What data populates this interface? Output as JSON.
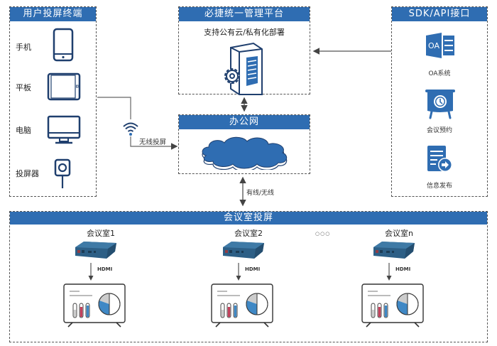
{
  "user_terminals": {
    "title": "用户投屏终端",
    "devices": [
      {
        "label": "手机",
        "icon": "phone-icon"
      },
      {
        "label": "平板",
        "icon": "tablet-icon"
      },
      {
        "label": "电脑",
        "icon": "monitor-icon"
      },
      {
        "label": "投屏器",
        "icon": "dongle-icon"
      }
    ]
  },
  "platform": {
    "title": "必捷统一管理平台",
    "subtitle": "支持公有云/私有化部署",
    "icon": "server-gear-icon"
  },
  "sdk": {
    "title": "SDK/API接口",
    "items": [
      {
        "label": "OA系统",
        "icon": "oa-icon"
      },
      {
        "label": "会议预约",
        "icon": "meeting-clock-icon"
      },
      {
        "label": "信息发布",
        "icon": "document-share-icon"
      }
    ]
  },
  "office_network": {
    "title": "办公网",
    "icon": "cloud-icon"
  },
  "connectors": {
    "wireless_label": "无线投屏",
    "wired_wireless_label": "有线/无线"
  },
  "meeting_rooms": {
    "title": "会议室投屏",
    "ellipsis": "○○○",
    "rooms": [
      {
        "label": "会议室1",
        "link_label": "HDMI"
      },
      {
        "label": "会议室2",
        "link_label": "HDMI"
      },
      {
        "label": "会议室n",
        "link_label": "HDMI"
      }
    ]
  },
  "colors": {
    "brand_blue": "#2f6db2",
    "device_blue": "#2d5f86",
    "bar_red": "#c4415c",
    "bar_blue": "#3f88c5"
  }
}
